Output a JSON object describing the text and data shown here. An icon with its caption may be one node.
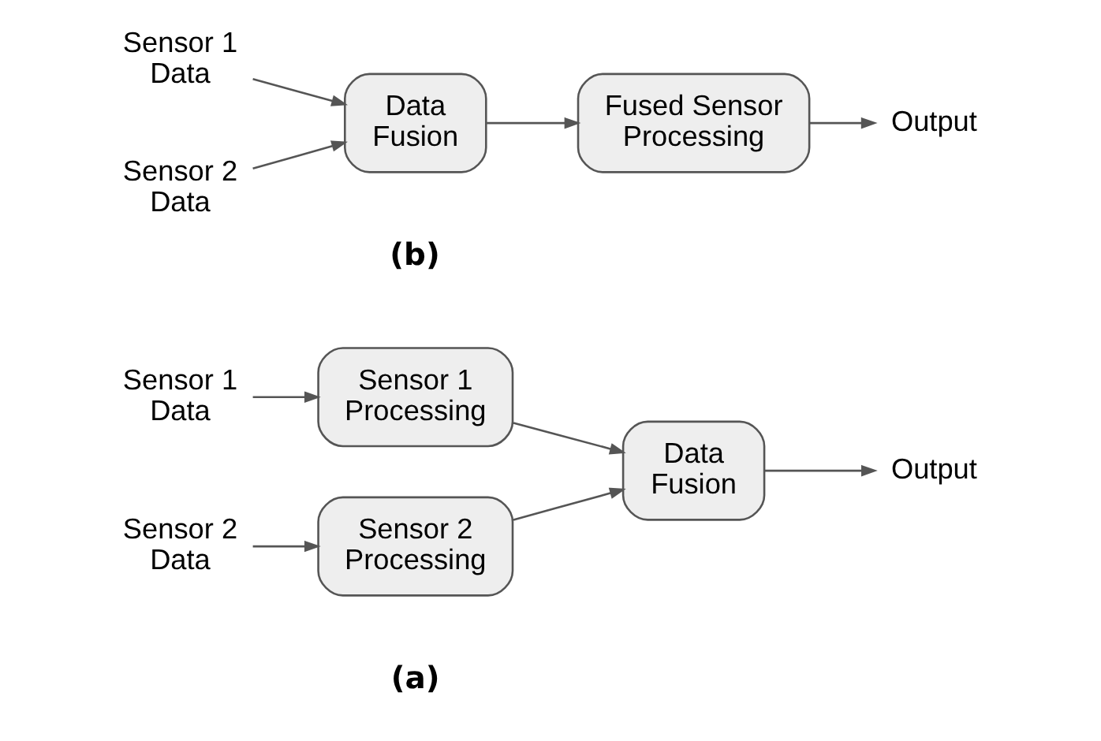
{
  "diagram": {
    "nodes": [
      {
        "text": [
          "Sensor 1 Data"
        ]
      },
      {
        "text": [
          "Sensor 2 Data"
        ]
      },
      {
        "text": [
          "Sensor 1 Processing"
        ]
      },
      {
        "text": [
          "Sensor 2 Processing"
        ]
      },
      {
        "text": [
          "Data Fusion"
        ]
      },
      {
        "text": [
          "Output"
        ]
      },
      {
        "text": [
          "Sensor 1 Data"
        ]
      },
      {
        "text": [
          "Sensor 2 Data"
        ]
      },
      {
        "text": [
          "Data Fusion"
        ]
      },
      {
        "text": [
          "Fused Sensor Processing"
        ]
      },
      {
        "text": [
          "Output"
        ]
      }
    ],
    "edges": [
      {
        "from": 0,
        "to": 2,
        "arrow": "to"
      },
      {
        "from": 2,
        "to": 4,
        "arrow": "to"
      },
      {
        "from": 1,
        "to": 3,
        "arrow": "to"
      },
      {
        "from": 3,
        "to": 4,
        "arrow": "to"
      },
      {
        "from": 4,
        "to": 5,
        "arrow": "to"
      },
      {
        "from": 6,
        "to": 8,
        "arrow": "to"
      },
      {
        "from": 7,
        "to": 8,
        "arrow": "to"
      },
      {
        "from": 8,
        "to": 9,
        "arrow": "to"
      },
      {
        "from": 9,
        "to": 10,
        "arrow": "to"
      }
    ],
    "labels": [
      "(a)",
      "(b)"
    ]
  }
}
